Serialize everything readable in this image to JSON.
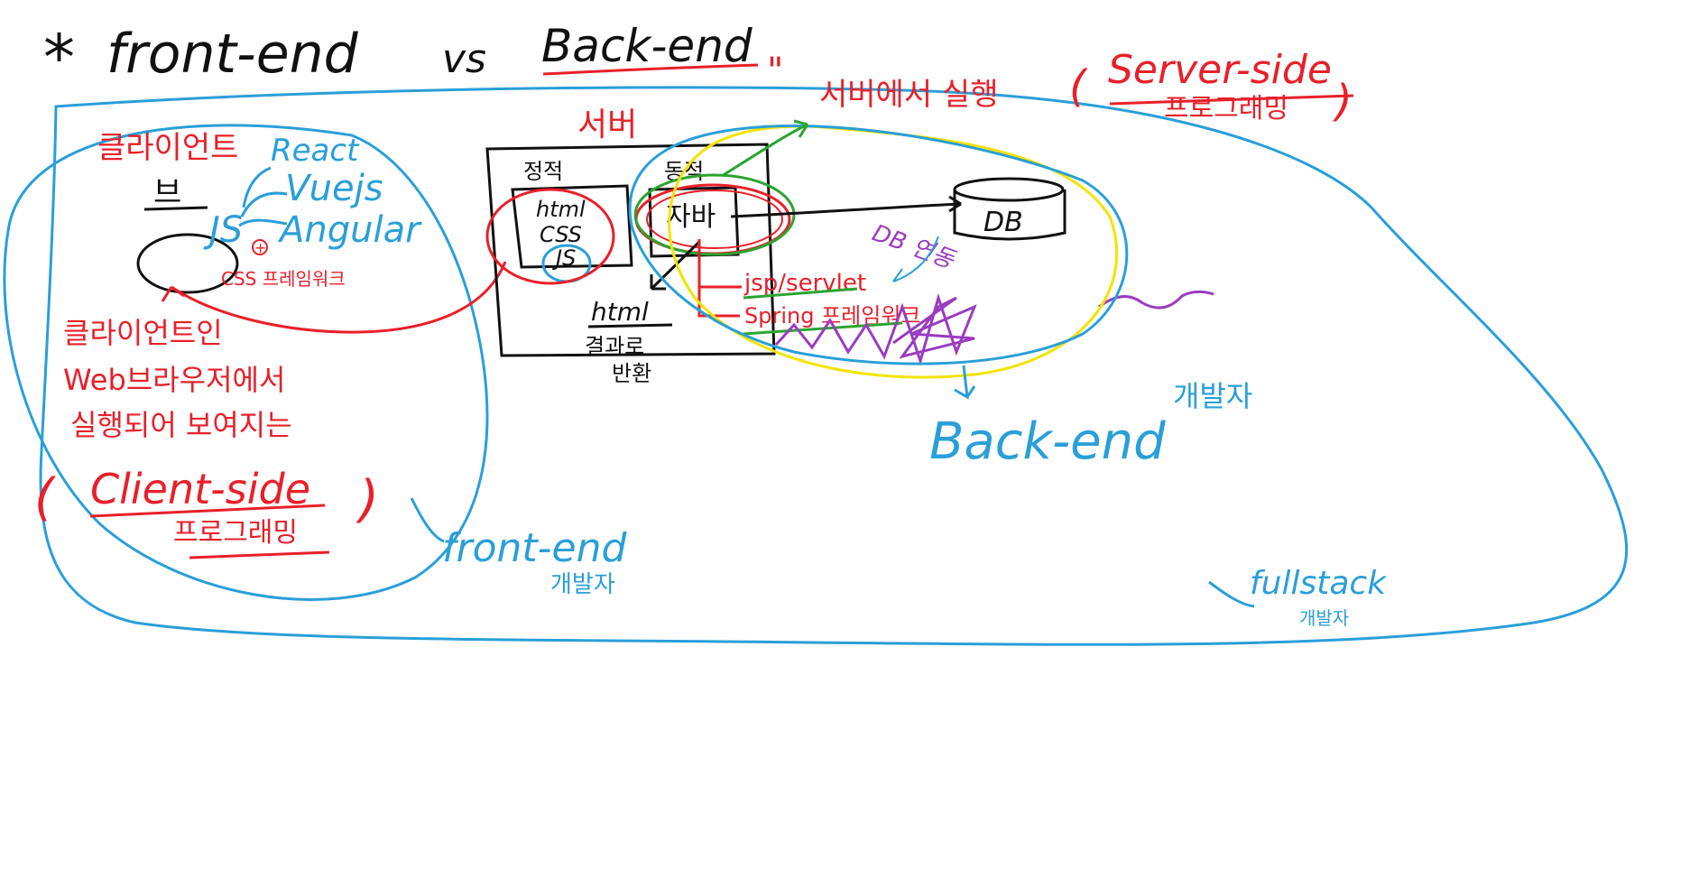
{
  "title": {
    "mark": "*",
    "front": "front-end",
    "vs": "vs",
    "back": "Back-end"
  },
  "client": {
    "heading": "클라이언트",
    "browser": "브",
    "react": "React",
    "vue": "Vuejs",
    "angular": "Angular",
    "js": "JS",
    "plus": "+",
    "css_framework": "CSS 프레임워크",
    "desc_line1": "클라이언트인",
    "desc_line2": "Web브라우저에서",
    "desc_line3": "실행되어 보여지는",
    "client_side_open": "(",
    "client_side": "Client-side",
    "client_side_close": ")",
    "client_prog": "프로그래밍"
  },
  "server": {
    "heading": "서버",
    "static": "정적",
    "dynamic": "동적",
    "html": "html",
    "css": "CSS",
    "js": "JS",
    "java": "자바",
    "jsp": "jsp/servlet",
    "spring": "Spring 프레임워크",
    "result_html": "html",
    "result_desc1": "결과로",
    "result_desc2": "반환",
    "db": "DB",
    "db_link": "DB 연동"
  },
  "server_side": {
    "korean": "서버에서 실행",
    "open": "(",
    "english": "Server-side",
    "prog": "프로그래밍",
    "close": ")",
    "quote": "\""
  },
  "labels": {
    "frontend": "front-end",
    "frontend_dev": "개발자",
    "backend": "Back-end",
    "backend_dev": "개발자",
    "fullstack": "fullstack",
    "fullstack_dev": "개발자"
  },
  "colors": {
    "black": "#111111",
    "red": "#e8202a",
    "blue": "#2a9fd8",
    "green": "#2aa530",
    "yellow": "#f2e400",
    "purple": "#9a3cc0"
  }
}
